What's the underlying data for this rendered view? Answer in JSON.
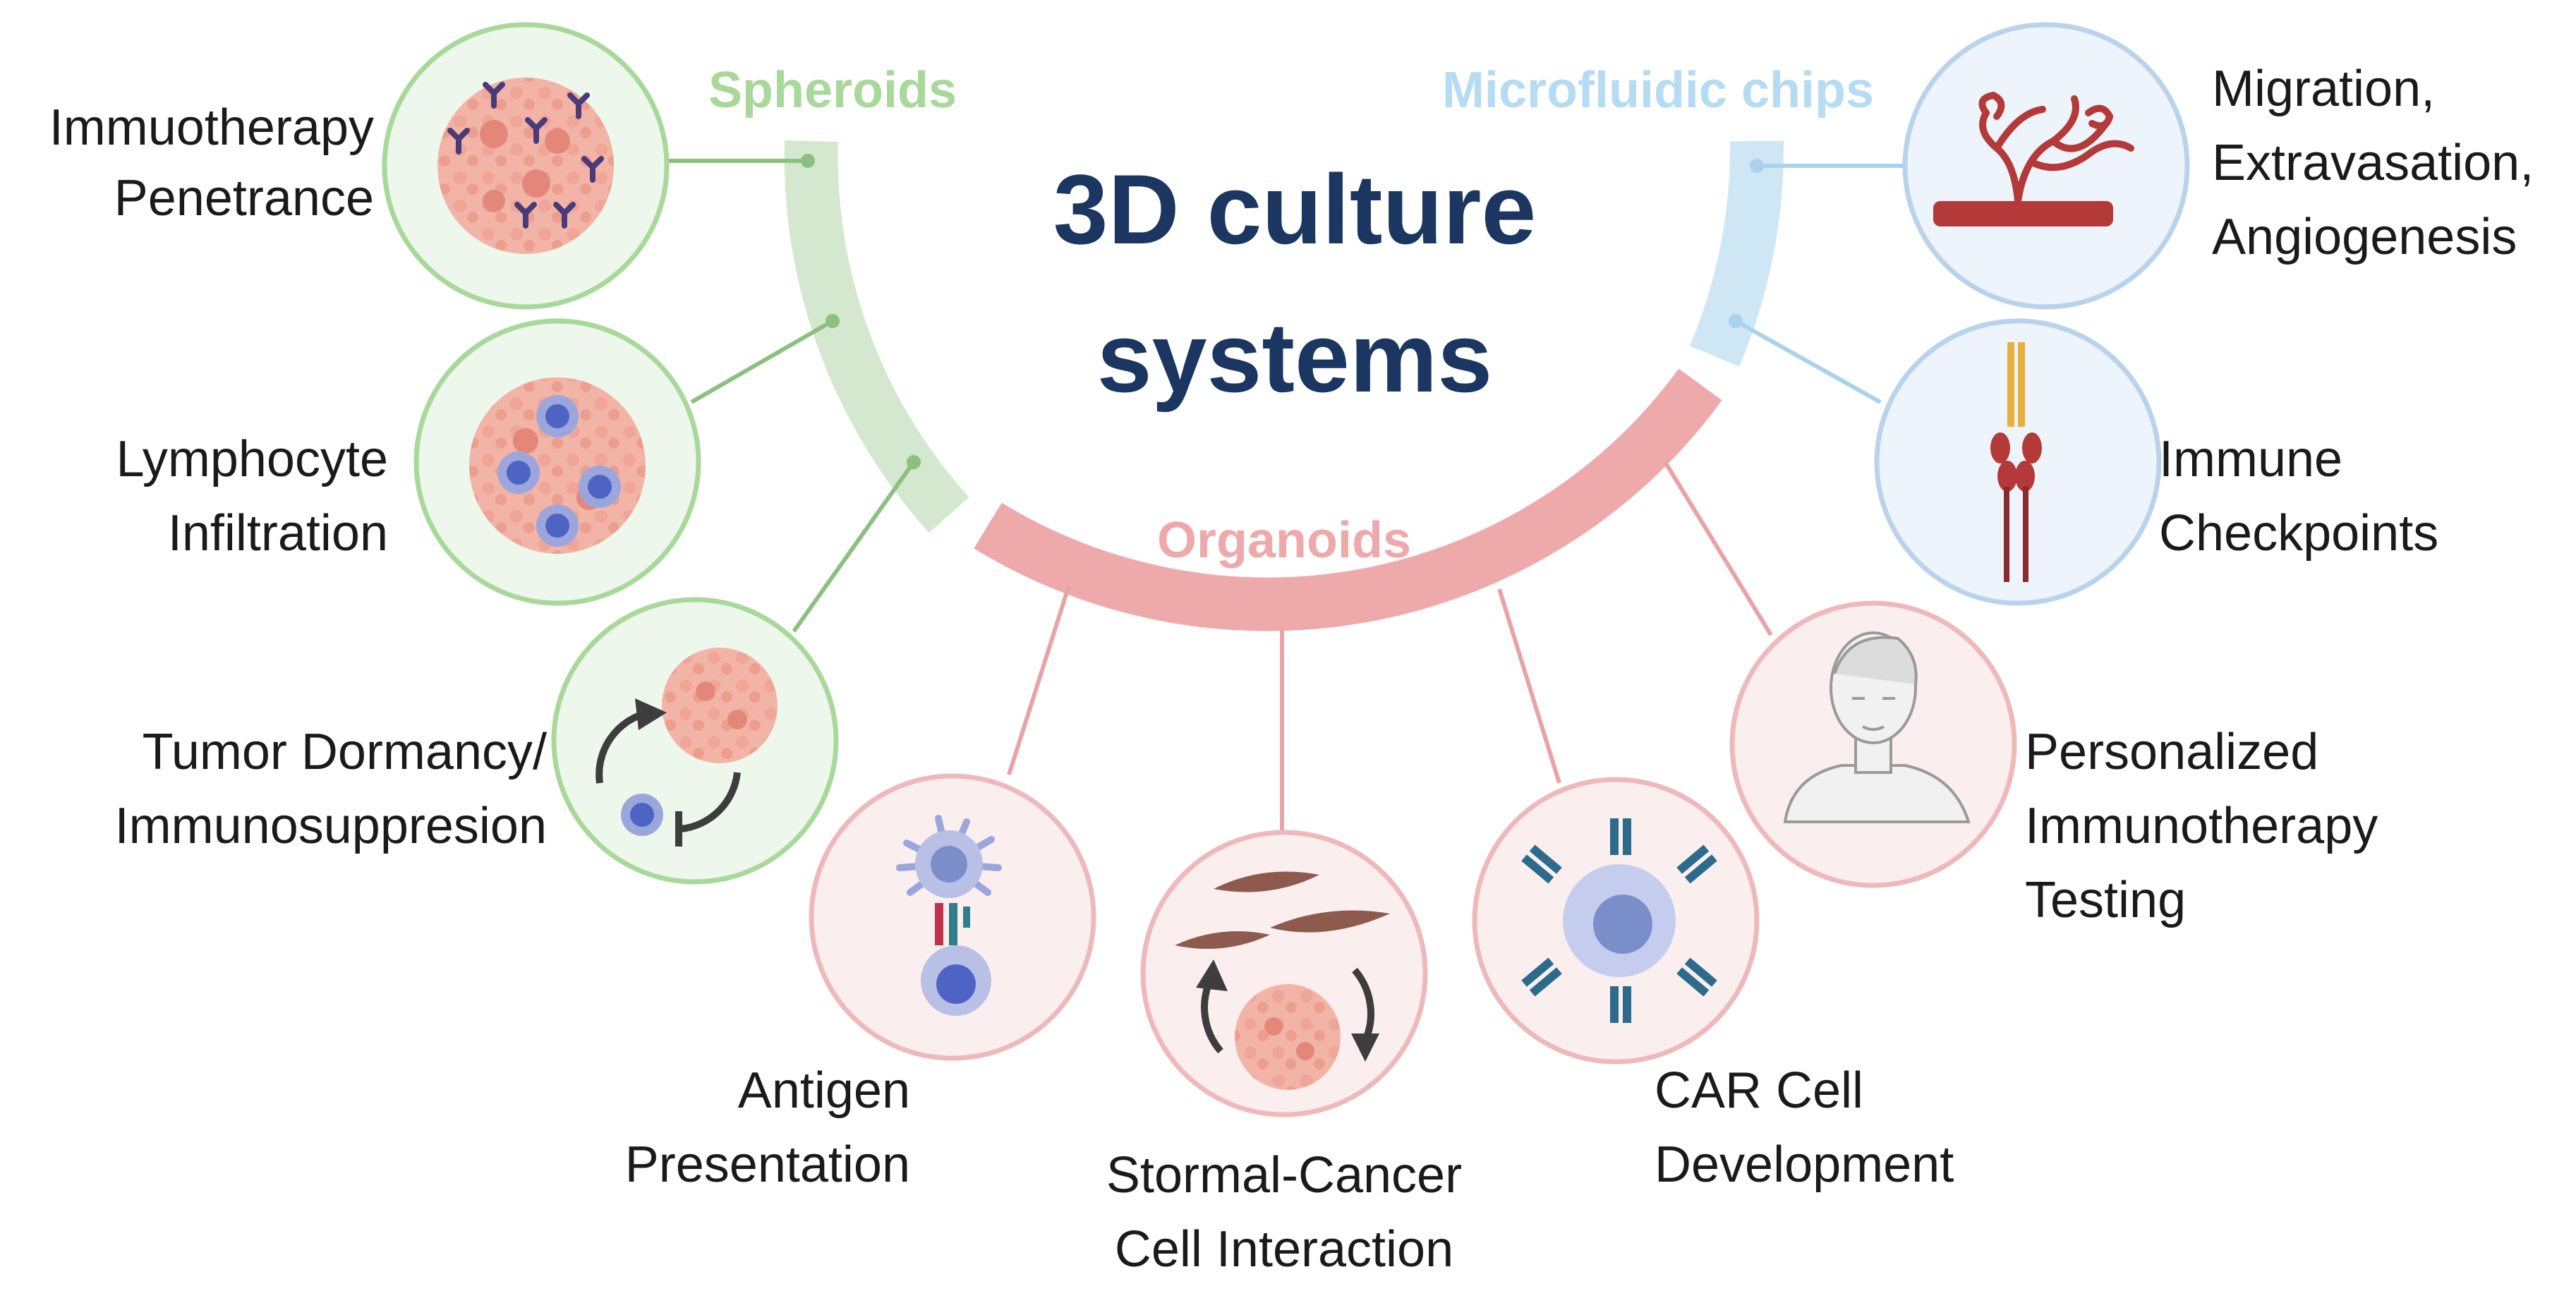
{
  "title": {
    "line1": "3D culture",
    "line2": "systems"
  },
  "categories": {
    "spheroids": {
      "label": "Spheroids",
      "color": "#a8d89a"
    },
    "microfluidic": {
      "label": "Microfluidic chips",
      "color": "#b5dcf3"
    },
    "organoids": {
      "label": "Organoids",
      "color": "#eeaaab"
    }
  },
  "colors": {
    "spheroid_arc": "#d4e8cf",
    "spheroid_line": "#8cc07e",
    "spheroid_circle_fill": "#eef7ec",
    "spheroid_circle_stroke": "#a8d89a",
    "micro_arc": "#cfe6f5",
    "micro_line": "#a9d2ee",
    "micro_circle_fill": "#eef4fb",
    "micro_circle_stroke": "#b9d3ec",
    "organoid_arc": "#eeaaab",
    "organoid_line": "#e8a3a5",
    "organoid_circle_fill": "#fbeeee",
    "organoid_circle_stroke": "#eeb9ba",
    "title": "#1b3660"
  },
  "items": {
    "immunotherapy_penetrance": {
      "lines": [
        "Immuotherapy",
        "Penetrance"
      ],
      "icon": "spheroid-antibodies-icon"
    },
    "lymphocyte_infiltration": {
      "lines": [
        "Lymphocyte",
        "Infiltration"
      ],
      "icon": "spheroid-lymphocytes-icon"
    },
    "tumor_dormancy": {
      "lines": [
        "Tumor Dormancy/",
        "Immunosuppresion"
      ],
      "icon": "dormancy-cycle-icon"
    },
    "antigen_presentation": {
      "lines": [
        "Antigen",
        "Presentation"
      ],
      "icon": "antigen-presenting-cell-icon"
    },
    "stromal_cancer": {
      "lines": [
        "Stormal-Cancer",
        "Cell Interaction"
      ],
      "icon": "stromal-cancer-icon"
    },
    "car_cell": {
      "lines": [
        "CAR Cell",
        "Development"
      ],
      "icon": "car-t-cell-icon"
    },
    "personalized": {
      "lines": [
        "Personalized",
        "Immunotherapy",
        "Testing"
      ],
      "icon": "patient-bust-icon"
    },
    "migration": {
      "lines": [
        "Migration,",
        "Extravasation,",
        "Angiogenesis"
      ],
      "icon": "blood-vessel-icon"
    },
    "checkpoints": {
      "lines": [
        "Immune",
        "Checkpoints"
      ],
      "icon": "checkpoint-receptor-icon"
    }
  }
}
